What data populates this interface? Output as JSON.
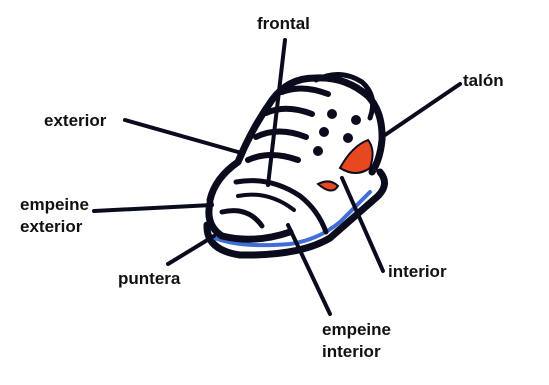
{
  "labels": {
    "frontal": "frontal",
    "talon": "talón",
    "exterior": "exterior",
    "empeine_exterior": [
      "empeine",
      "exterior"
    ],
    "puntera": "puntera",
    "interior": "interior",
    "empeine_interior": [
      "empeine",
      "interior"
    ]
  },
  "colors": {
    "outline": "#0b0b1e",
    "heel_orange": "#e8481f",
    "sole_blue": "#3f6fd6",
    "background": "#ffffff"
  }
}
